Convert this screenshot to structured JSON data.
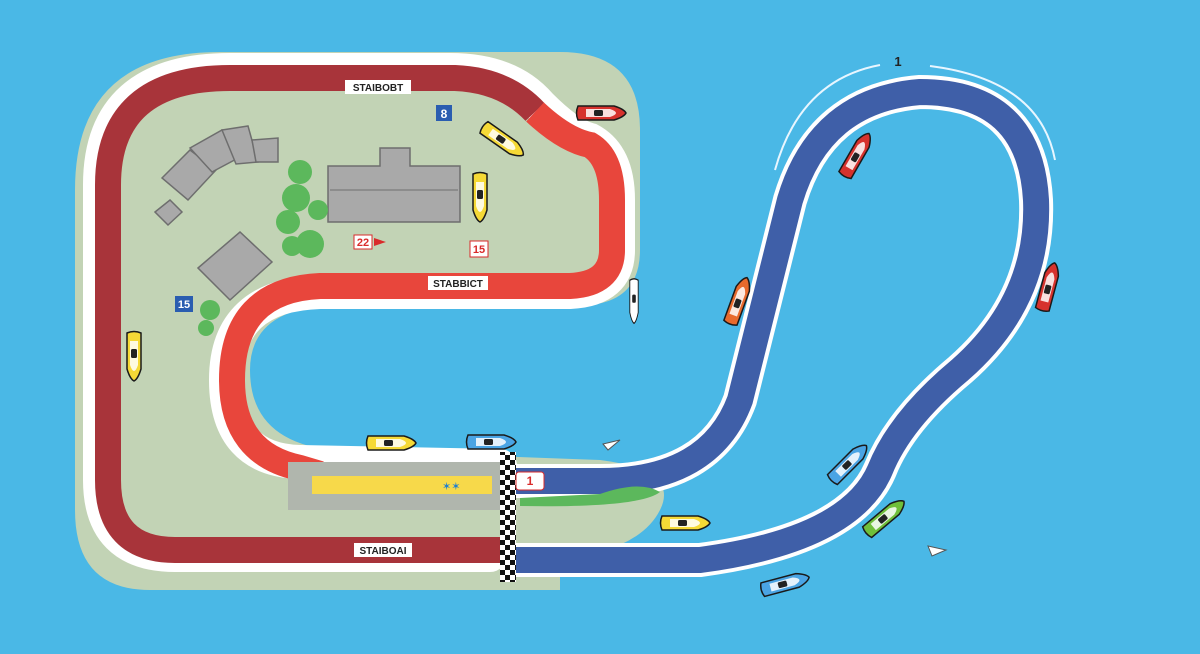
{
  "colors": {
    "water": "#4ab8e6",
    "land": "#c2d3b5",
    "track_dark_red": "#a8343a",
    "track_red": "#e8463c",
    "track_blue": "#3f5fa8",
    "pit_yellow": "#f7d94a",
    "building": "#a9a9a9",
    "trees": "#5cb85c",
    "marker_red": "#d92b2b",
    "marker_blue": "#2a5db0"
  },
  "track_labels": {
    "north": "STAIBOBT",
    "inner": "STABBICT",
    "south": "STAIBOAI"
  },
  "markers": {
    "eight": "8",
    "twentytwo": "22",
    "fifteen_red": "15",
    "fifteen_blue": "15",
    "one": "1",
    "start": "1"
  },
  "boats": [
    {
      "id": "north-red",
      "color": "red"
    },
    {
      "id": "paddock-yellow-1",
      "color": "yellow"
    },
    {
      "id": "paddock-yellow-2",
      "color": "yellow"
    },
    {
      "id": "west-yellow",
      "color": "yellow"
    },
    {
      "id": "pit-yellow",
      "color": "yellow"
    },
    {
      "id": "pit-blue",
      "color": "blue"
    },
    {
      "id": "kayak",
      "color": "white"
    },
    {
      "id": "orange-racer",
      "color": "orange"
    },
    {
      "id": "red-racer-1",
      "color": "red"
    },
    {
      "id": "red-racer-2",
      "color": "red"
    },
    {
      "id": "blue-racer",
      "color": "blue"
    },
    {
      "id": "green-racer",
      "color": "green"
    },
    {
      "id": "south-yellow",
      "color": "yellow"
    },
    {
      "id": "south-blue",
      "color": "blue"
    }
  ]
}
